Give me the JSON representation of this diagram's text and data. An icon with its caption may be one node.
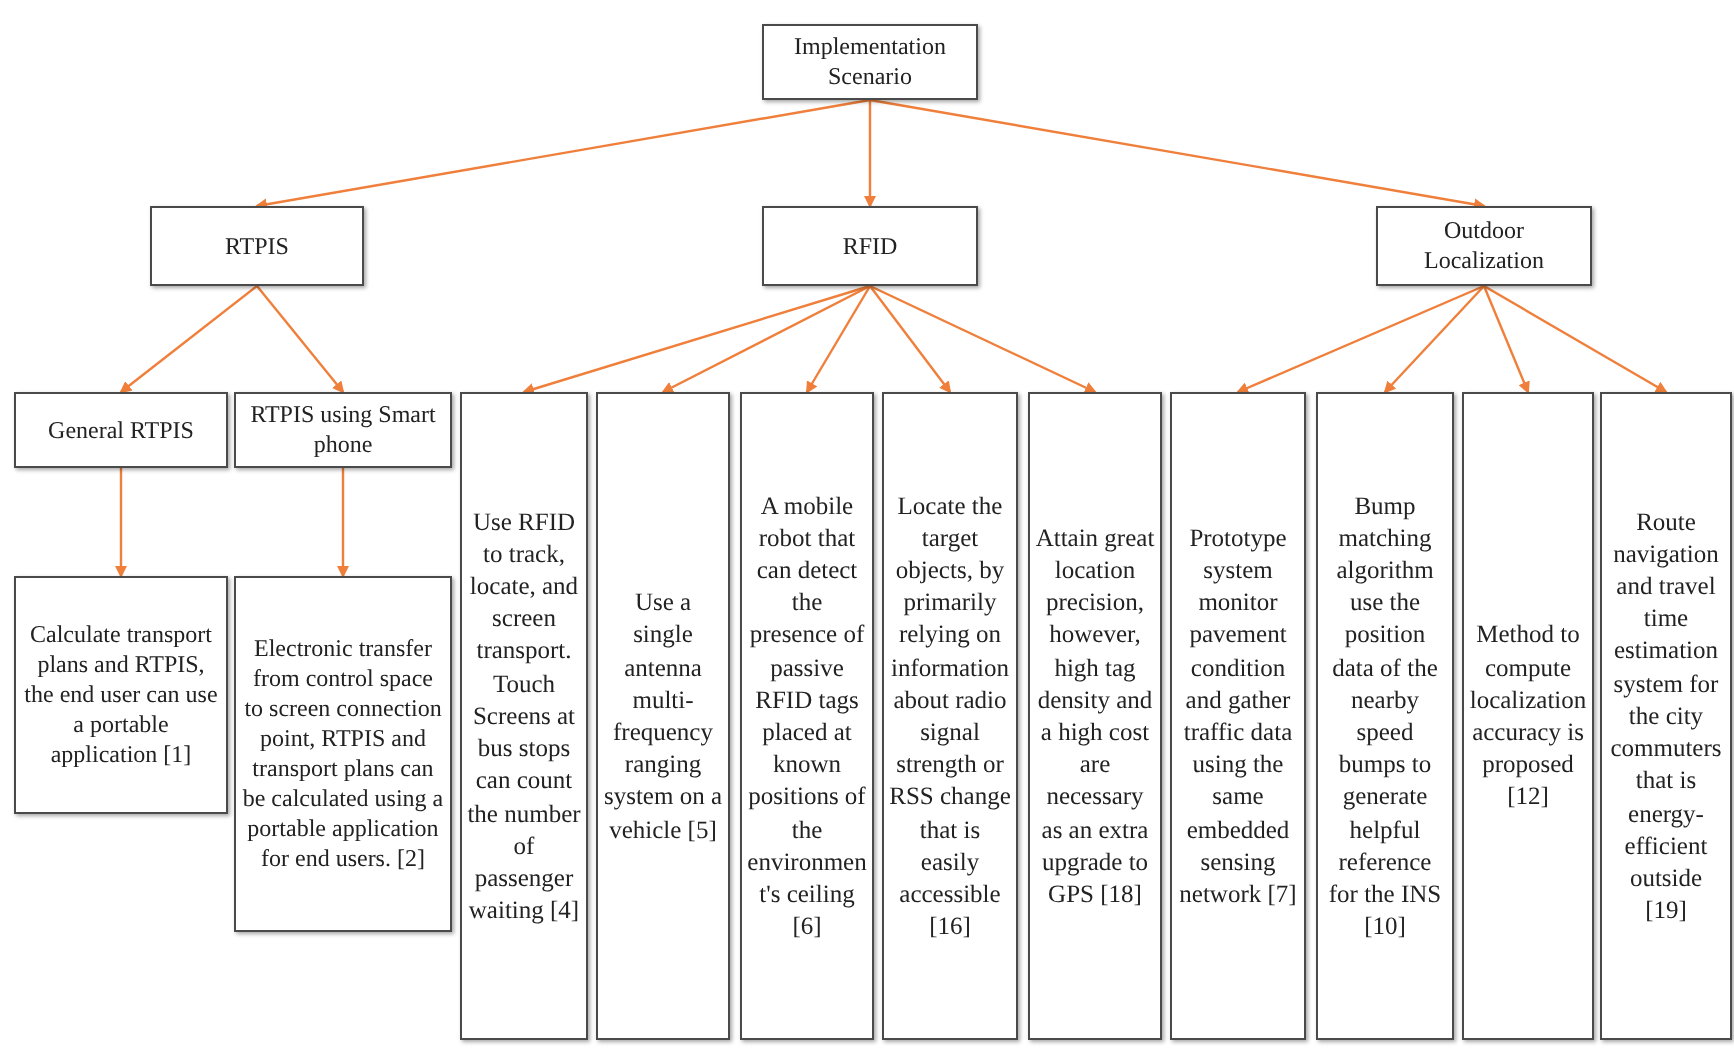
{
  "diagram": {
    "nodes": [
      {
        "text": [
          "Implementation Scenario"
        ]
      },
      {
        "text": [
          "RTPIS"
        ]
      },
      {
        "text": [
          "RFID"
        ]
      },
      {
        "text": [
          "Outdoor Localization"
        ]
      },
      {
        "text": [
          "General RTPIS"
        ]
      },
      {
        "text": [
          "RTPIS using Smart phone"
        ]
      },
      {
        "text": [
          "Calculate transport plans and RTPIS, the end user can use a portable application [1]"
        ]
      },
      {
        "text": [
          "Electronic transfer from control space to screen connection point, RTPIS and transport plans can be calculated using a portable application for end users. [2]"
        ]
      },
      {
        "text": [
          "Use RFID to track, locate, and screen transport. Touch Screens at bus stops can count the number of passenger waiting [4]"
        ]
      },
      {
        "text": [
          "Use a single antenna multi-frequency ranging system on a vehicle [5]"
        ]
      },
      {
        "text": [
          "A mobile robot that can detect the presence of passive RFID tags placed at known positions of the environment's ceiling [6]"
        ]
      },
      {
        "text": [
          "Locate the target objects, by primarily relying on information about radio signal strength or RSS change that is easily accessible [16]"
        ]
      },
      {
        "text": [
          "Attain great location precision, however, high tag density and a high cost are necessary as an extra upgrade to GPS [18]"
        ]
      },
      {
        "text": [
          "Prototype system monitor pavement condition and gather traffic data using the same embedded sensing network [7]"
        ]
      },
      {
        "text": [
          "Bump matching algorithm use the position data of the nearby speed bumps to generate helpful reference for the INS [10]"
        ]
      },
      {
        "text": [
          "Method to compute localization accuracy is proposed [12]"
        ]
      },
      {
        "text": [
          "Route navigation and travel time estimation system for the city commuters that is energy-efficient outside [19]"
        ]
      }
    ],
    "edges": [
      {
        "from": 0,
        "to": 1,
        "arrow": "to"
      },
      {
        "from": 0,
        "to": 2,
        "arrow": "to"
      },
      {
        "from": 0,
        "to": 3,
        "arrow": "to"
      },
      {
        "from": 1,
        "to": 4,
        "arrow": "to"
      },
      {
        "from": 1,
        "to": 5,
        "arrow": "to"
      },
      {
        "from": 2,
        "to": 8,
        "arrow": "to"
      },
      {
        "from": 2,
        "to": 9,
        "arrow": "to"
      },
      {
        "from": 2,
        "to": 10,
        "arrow": "to"
      },
      {
        "from": 2,
        "to": 11,
        "arrow": "to"
      },
      {
        "from": 2,
        "to": 12,
        "arrow": "to"
      },
      {
        "from": 3,
        "to": 13,
        "arrow": "to"
      },
      {
        "from": 3,
        "to": 14,
        "arrow": "to"
      },
      {
        "from": 3,
        "to": 15,
        "arrow": "to"
      },
      {
        "from": 3,
        "to": 16,
        "arrow": "to"
      },
      {
        "from": 4,
        "to": 6,
        "arrow": "to"
      },
      {
        "from": 5,
        "to": 7,
        "arrow": "to"
      }
    ]
  }
}
